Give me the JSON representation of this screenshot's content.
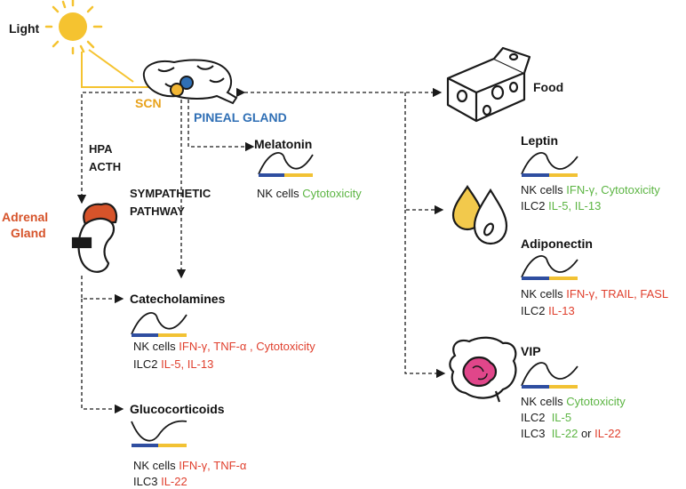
{
  "labels": {
    "light": "Light",
    "scn": "SCN",
    "pineal": "PINEAL GLAND",
    "hpa": "HPA",
    "acth": "ACTH",
    "sympathetic": "SYMPATHETIC",
    "pathway": "PATHWAY",
    "adrenal1": "Adrenal",
    "adrenal2": "Gland",
    "food": "Food"
  },
  "melatonin": {
    "title": "Melatonin",
    "line1_prefix": "NK cells ",
    "line1_green": "Cytotoxicity"
  },
  "catecholamines": {
    "title": "Catecholamines",
    "line1_prefix": "NK cells ",
    "line1_red": "IFN-γ, TNF-α , Cytotoxicity",
    "line2_prefix": "ILC2 ",
    "line2_red": "IL-5, IL-13"
  },
  "glucocorticoids": {
    "title": "Glucocorticoids",
    "line1_prefix": "NK cells ",
    "line1_red": "IFN-γ, TNF-α",
    "line2_prefix": "ILC3 ",
    "line2_red": "IL-22"
  },
  "leptin": {
    "title": "Leptin",
    "line1_prefix": "NK cells ",
    "line1_green": "IFN-γ, Cytotoxicity",
    "line2_prefix": "ILC2 ",
    "line2_green": "IL-5, IL-13"
  },
  "adiponectin": {
    "title": "Adiponectin",
    "line1_prefix": "NK cells ",
    "line1_red": "IFN-γ, TRAIL, FASL",
    "line2_prefix": "ILC2 ",
    "line2_red": "IL-13"
  },
  "vip": {
    "title": "VIP",
    "line1_prefix": "NK cells ",
    "line1_green": "Cytotoxicity",
    "line2_prefix": "ILC2  ",
    "line2_green": "IL-5",
    "line3_prefix": "ILC3  ",
    "line3_green": "IL-22",
    "line3_mid": " or ",
    "line3_red": "IL-22"
  },
  "colors": {
    "blue": "#2f4ea0",
    "yellow": "#f2c234",
    "red": "#e0402e",
    "green": "#5cb543",
    "orange": "#e8a21b",
    "adrenal": "#d6532a",
    "pink": "#e0468a"
  },
  "icons": [
    "sun-icon",
    "brain-icon",
    "cheese-icon",
    "fat-droplets-icon",
    "intestine-icon",
    "adrenal-kidney-icon"
  ]
}
